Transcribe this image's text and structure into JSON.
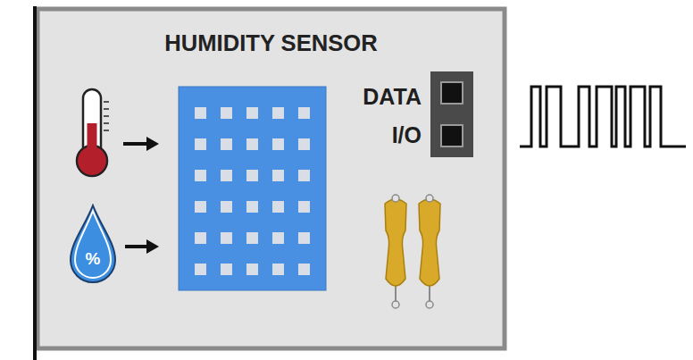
{
  "diagram": {
    "nodes": [
      {
        "text": [
          "HUMIDITY SENSOR"
        ]
      },
      {
        "text": [
          "%"
        ],
        "in": 0
      }
    ],
    "labels": [
      "DATA",
      "I/O"
    ]
  }
}
